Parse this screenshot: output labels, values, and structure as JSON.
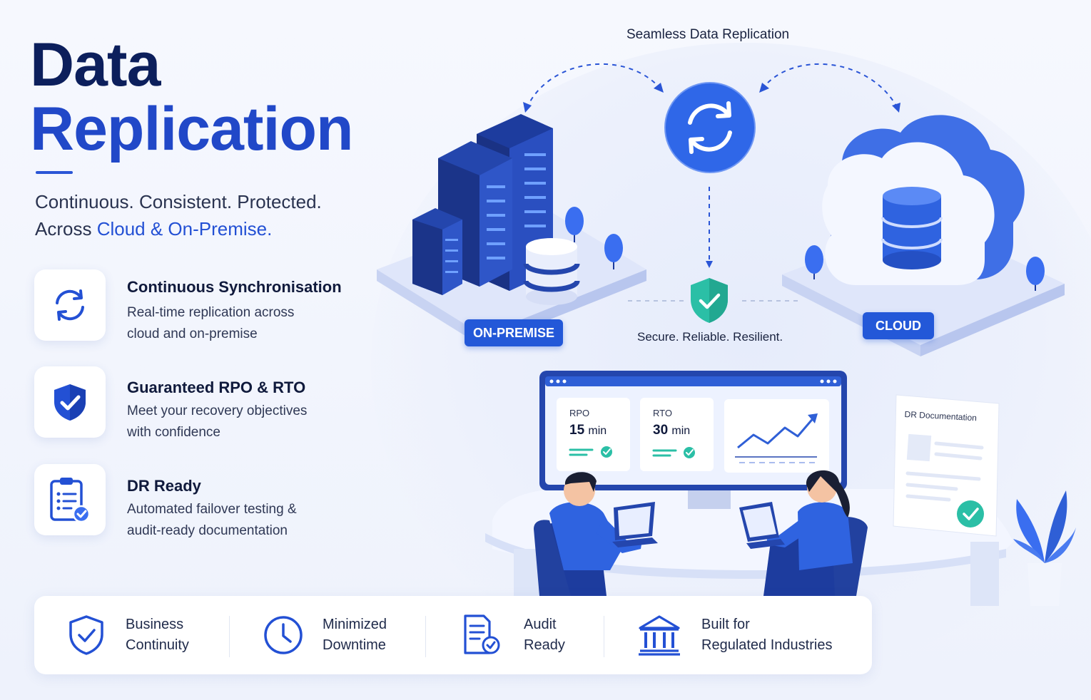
{
  "hero": {
    "title_line1": "Data",
    "title_line2": "Replication",
    "tagline_line1": "Continuous. Consistent. Protected.",
    "tagline_line2_prefix": "Across ",
    "tagline_line2_accent": "Cloud & On-Premise."
  },
  "features": [
    {
      "icon": "sync-icon",
      "title": "Continuous Synchronisation",
      "desc_line1": "Real-time replication across",
      "desc_line2": "cloud and on-premise"
    },
    {
      "icon": "shield-check-icon",
      "title": "Guaranteed RPO & RTO",
      "desc_line1": "Meet your recovery objectives",
      "desc_line2": "with confidence"
    },
    {
      "icon": "clipboard-check-icon",
      "title": "DR Ready",
      "desc_line1": "Automated failover testing &",
      "desc_line2": "audit-ready documentation"
    }
  ],
  "diagram": {
    "title": "Seamless Data Replication",
    "onprem_label": "ON-PREMISE",
    "cloud_label": "CLOUD",
    "secure_text": "Secure. Reliable. Resilient."
  },
  "dashboard": {
    "rpo": {
      "label": "RPO",
      "value": "15",
      "unit": "min"
    },
    "rto": {
      "label": "RTO",
      "value": "30",
      "unit": "min"
    }
  },
  "document": {
    "title": "DR Documentation"
  },
  "benefits": [
    {
      "icon": "shield-check-icon",
      "line1": "Business",
      "line2": "Continuity"
    },
    {
      "icon": "clock-icon",
      "line1": "Minimized",
      "line2": "Downtime"
    },
    {
      "icon": "document-check-icon",
      "line1": "Audit",
      "line2": "Ready"
    },
    {
      "icon": "bank-building-icon",
      "line1": "Built for",
      "line2": "Regulated Industries"
    }
  ],
  "colors": {
    "primary": "#2350d4",
    "navy": "#0c1f5c",
    "teal": "#2bbfa6",
    "background": "#f3f6fd"
  }
}
